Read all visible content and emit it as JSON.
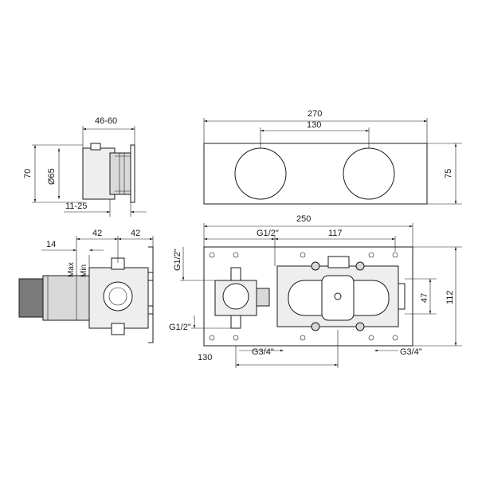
{
  "colors": {
    "line": "#1a1a1a",
    "body_grey": "#d9d9d9",
    "light_grey": "#eeeeee",
    "dark_grey": "#7a7a7a",
    "background": "#ffffff"
  },
  "side_view_top": {
    "dim_width": "46-60",
    "dim_height": "70",
    "dim_diameter": "Ø65",
    "dim_depth": "11-25"
  },
  "plate_front": {
    "dim_width": "270",
    "dim_spacing": "130",
    "dim_height": "75"
  },
  "side_view_bottom": {
    "dim_14": "14",
    "dim_42a": "42",
    "dim_42b": "42",
    "label_max": "Max",
    "label_min": "Min"
  },
  "body_front": {
    "dim_250": "250",
    "dim_117": "117",
    "dim_47": "47",
    "dim_112": "112",
    "dim_130": "130",
    "label_g12_top": "G1/2\"",
    "label_g12_left": "G1/2\"",
    "label_g12_left_bottom": "G1/2\"",
    "label_g34_left": "G3/4\"",
    "label_g34_right": "G3/4\""
  }
}
